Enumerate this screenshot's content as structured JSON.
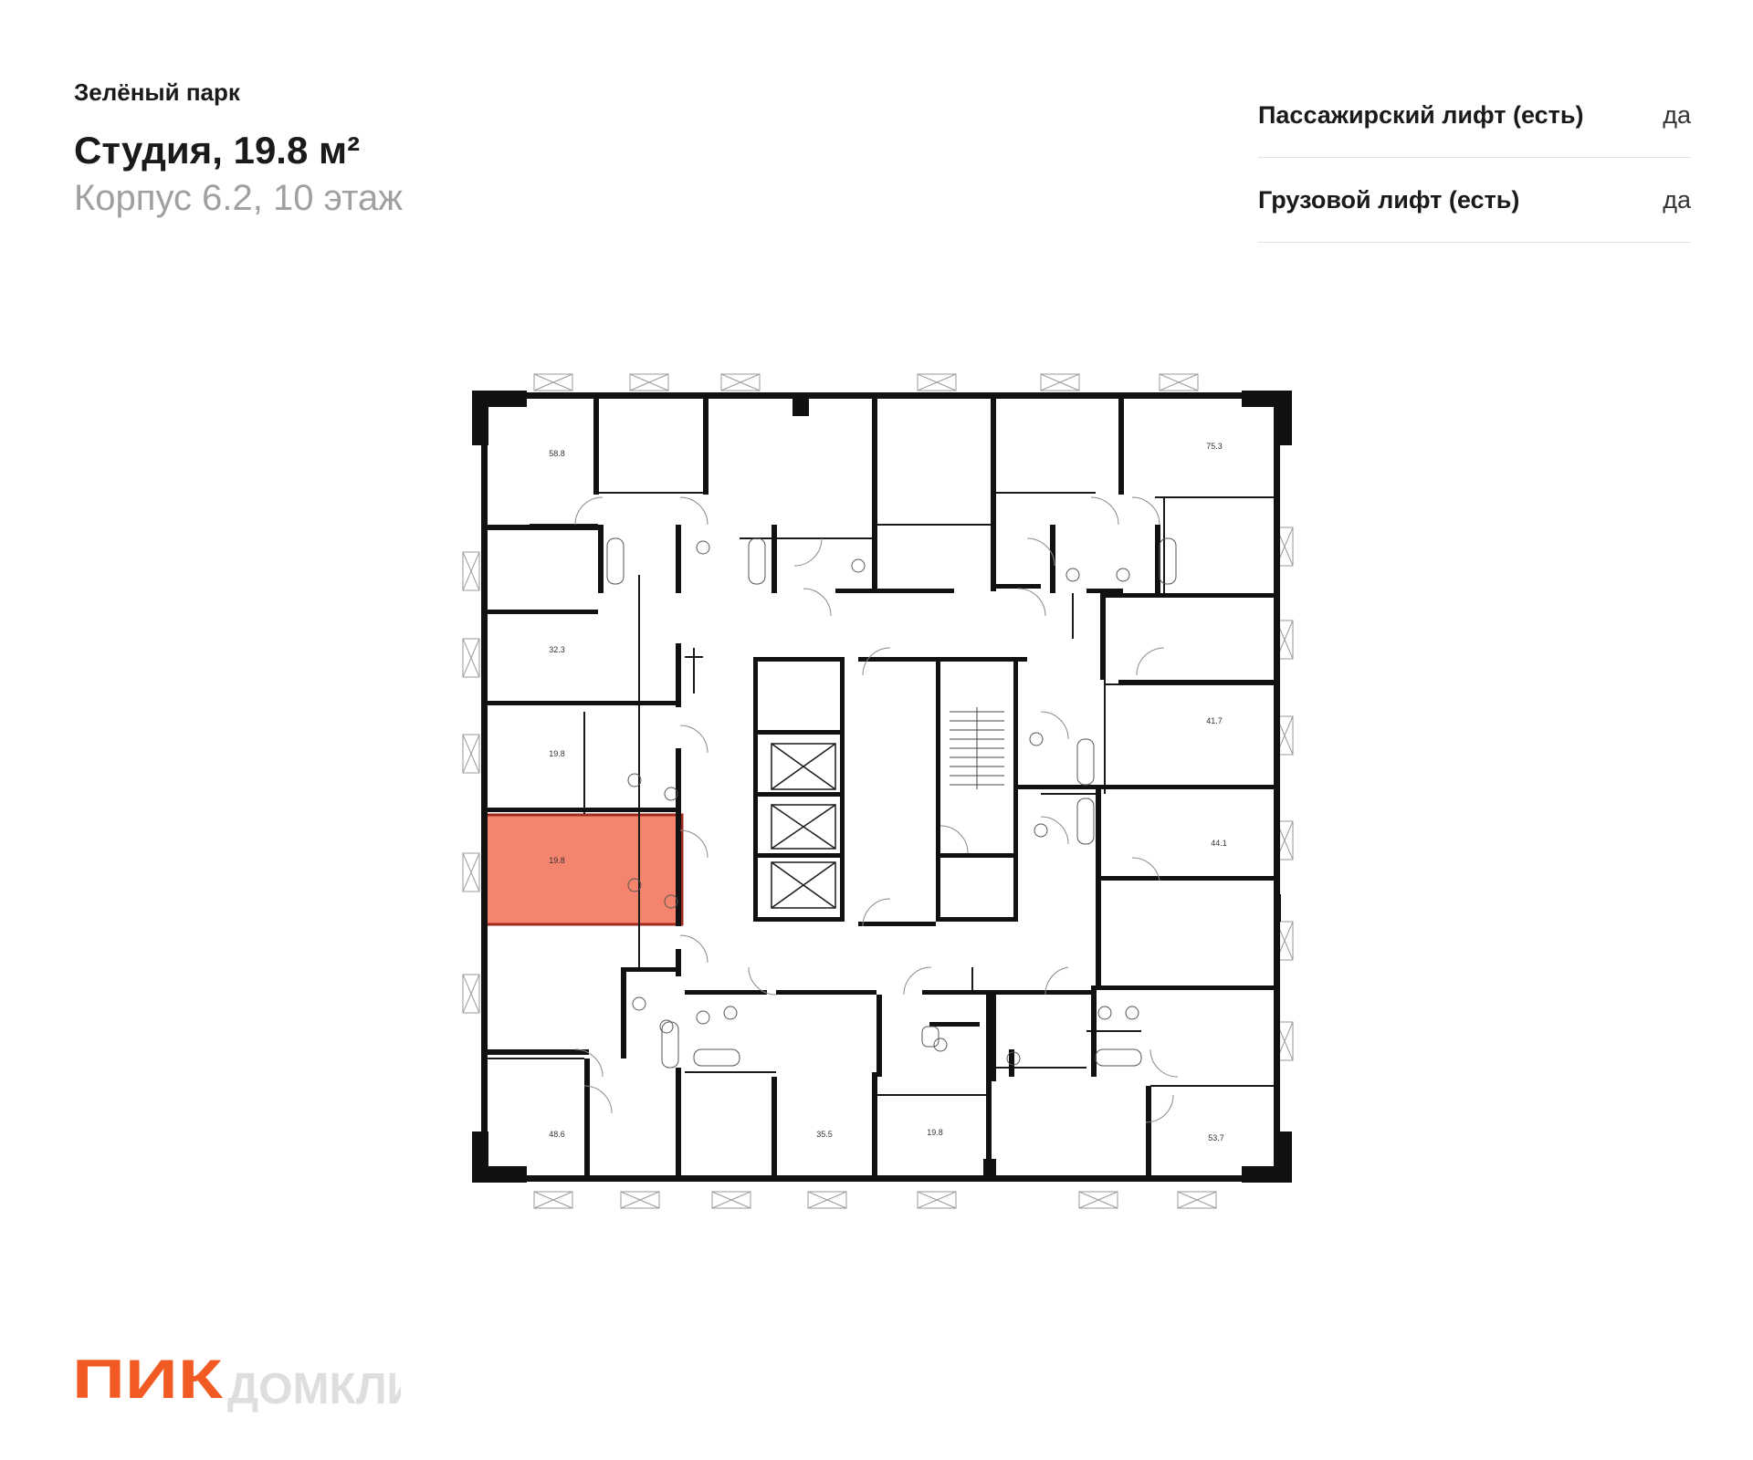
{
  "header": {
    "complex_name": "Зелёный парк",
    "title": "Студия, 19.8 м²",
    "subtitle": "Корпус 6.2, 10 этаж"
  },
  "properties": [
    {
      "label": "Пассажирский лифт (есть)",
      "value": "да"
    },
    {
      "label": "Грузовой лифт (есть)",
      "value": "да"
    }
  ],
  "floor_plan": {
    "highlight_color": "#f4846d",
    "highlight_border": "#a02a1c",
    "apartments": [
      {
        "area": "58.8",
        "highlighted": false
      },
      {
        "area": "75.3",
        "highlighted": false
      },
      {
        "area": "32.3",
        "highlighted": false
      },
      {
        "area": "41.7",
        "highlighted": false
      },
      {
        "area": "19.8",
        "highlighted": false
      },
      {
        "area": "19.8",
        "highlighted": true
      },
      {
        "area": "44.1",
        "highlighted": false
      },
      {
        "area": "48.6",
        "highlighted": false
      },
      {
        "area": "35.5",
        "highlighted": false
      },
      {
        "area": "19.8",
        "highlighted": false
      },
      {
        "area": "53.7",
        "highlighted": false
      }
    ]
  },
  "brand": {
    "logo_text": "ПИК",
    "logo_color": "#f25a23",
    "watermark": "ДОМКЛИК"
  }
}
